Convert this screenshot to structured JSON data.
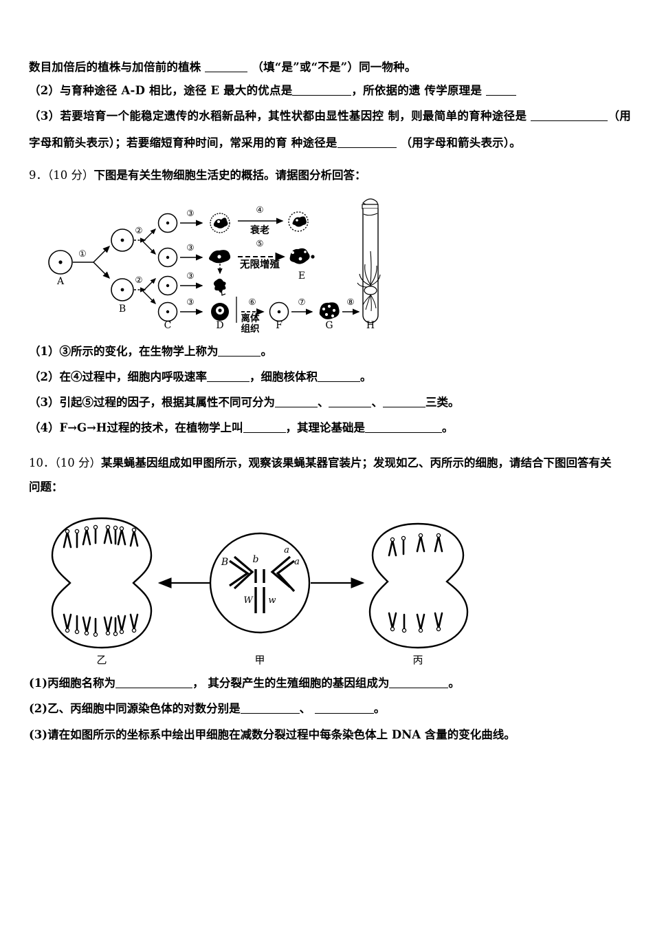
{
  "page": {
    "background": "#ffffff",
    "text_color": "#000000"
  },
  "carryover": {
    "line1_a": "数目加倍后的植株与加倍前的植株",
    "line1_b": "（填“是”或“不是”）同一物种。",
    "q2_a": "（2）与育种途径 A-D 相比，途径 E 最大的优点是",
    "q2_b": "，所依据的遗 传学原理是",
    "q3_a": "（3）若要培育一个能稳定遗传的水稻新品种，其性状都由显性基因控 制，则最简单的育种途径是",
    "q3_b": "（用字母和箭头表示）；若要缩短育种时间，常采用的育 种途径是",
    "q3_c": "（用字母和箭头表示）。"
  },
  "question9": {
    "number": "9．",
    "score": "（10 分）",
    "stem": "下图是有关生物细胞生活史的概括。请据图分析回答：",
    "figure": {
      "name": "cell-life-history-diagram",
      "stage_labels": [
        "A",
        "B",
        "C",
        "D",
        "E",
        "F",
        "G",
        "H"
      ],
      "process_numbers": [
        "①",
        "②",
        "③",
        "④",
        "⑤",
        "⑥",
        "⑦",
        "⑧"
      ],
      "annotations": [
        {
          "id": "4",
          "text": "衰老"
        },
        {
          "id": "5",
          "text": "无限增殖"
        },
        {
          "id": "6",
          "text": "离体\n组织"
        }
      ],
      "annotation_aging": "衰老",
      "annotation_unlimited": "无限增殖",
      "annotation_isolated_1": "离体",
      "annotation_isolated_2": "组织"
    },
    "subs": [
      {
        "a": "（1）③所示的变化，在生物学上称为",
        "b": "。"
      },
      {
        "a": "（2）在④过程中，细胞内呼吸速率",
        "b": "，细胞核体积",
        "c": "。"
      },
      {
        "a": "（3）引起⑤过程的因子，根据其属性不同可分为",
        "b": "、",
        "c": "、",
        "d": "三类。"
      },
      {
        "a": "（4）F→G→H过程的技术，在植物学上叫",
        "b": "，其理论基础是",
        "c": "。"
      }
    ]
  },
  "question10": {
    "number": "10．",
    "score": "（10 分）",
    "stem_line1": "某果蝇基因组成如甲图所示，观察该果蝇某器官装片；发现如乙、丙所示的细胞，请结合下图回答有关",
    "stem_line2": "问题：",
    "figure": {
      "name": "fruit-fly-meiosis-diagram",
      "cell_labels": [
        "乙",
        "甲",
        "丙"
      ],
      "gene_labels": [
        "B",
        "b",
        "a",
        "a",
        "W",
        "w"
      ],
      "yi_top_chromosomes": 8,
      "yi_bottom_chromosomes": 8,
      "bing_top_chromosomes": 4,
      "bing_bottom_chromosomes": 4
    },
    "subs": [
      {
        "a": "(1)丙细胞名称为",
        "b": "，  其分裂产生的生殖细胞的基因组成为",
        "c": "。"
      },
      {
        "a": "(2)乙、丙细胞中同源染色体的对数分别是",
        "b": "、",
        "c": "。"
      },
      {
        "a": " (3)请在如图所示的坐标系中绘出甲细胞在减数分裂过程中每条染色体上 DNA 含量的变化曲线。"
      }
    ]
  }
}
